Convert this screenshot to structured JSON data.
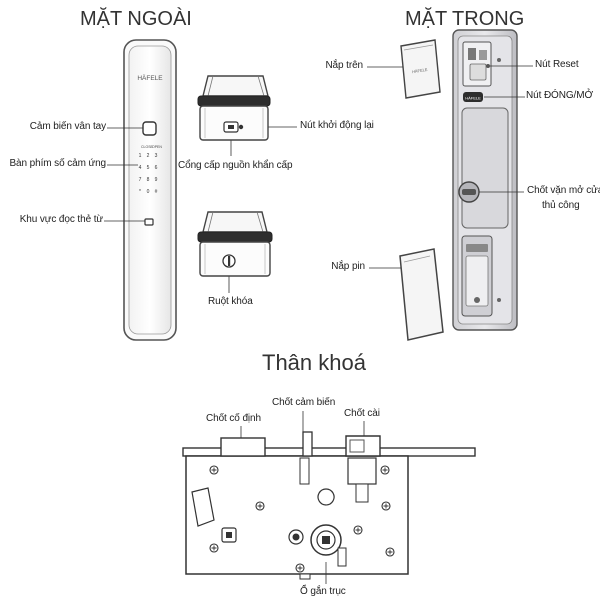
{
  "headings": {
    "outside": "MẶT NGOÀI",
    "inside": "MẶT TRONG",
    "body": "Thân khoá"
  },
  "brand": "HÄFELE",
  "outside_labels": {
    "fingerprint": "Cảm biến vân tay",
    "keypad": "Bàn phím số cảm ứng",
    "card": "Khu vực đọc thẻ từ",
    "restart": "Nút khởi động lại",
    "power": "Cổng cấp nguồn khẩn cấp",
    "cylinder": "Ruột khóa"
  },
  "keypad": {
    "top_left": "CLOSE",
    "top_right": "OPEN",
    "keys": [
      "1",
      "2",
      "3",
      "4",
      "5",
      "6",
      "7",
      "8",
      "9",
      "*",
      "0",
      "#"
    ]
  },
  "inside_labels": {
    "top_cover": "Nắp trên",
    "reset": "Nút Reset",
    "open_close": "Nút ĐÓNG/MỞ",
    "thumb_turn_1": "Chốt vặn mở cửa",
    "thumb_turn_2": "thủ công",
    "battery_cover": "Nắp pin"
  },
  "body_labels": {
    "deadbolt": "Chốt cố định",
    "sensor_bolt": "Chốt cảm biến",
    "latch": "Chốt cài",
    "spindle": "Ổ gắn trục"
  }
}
